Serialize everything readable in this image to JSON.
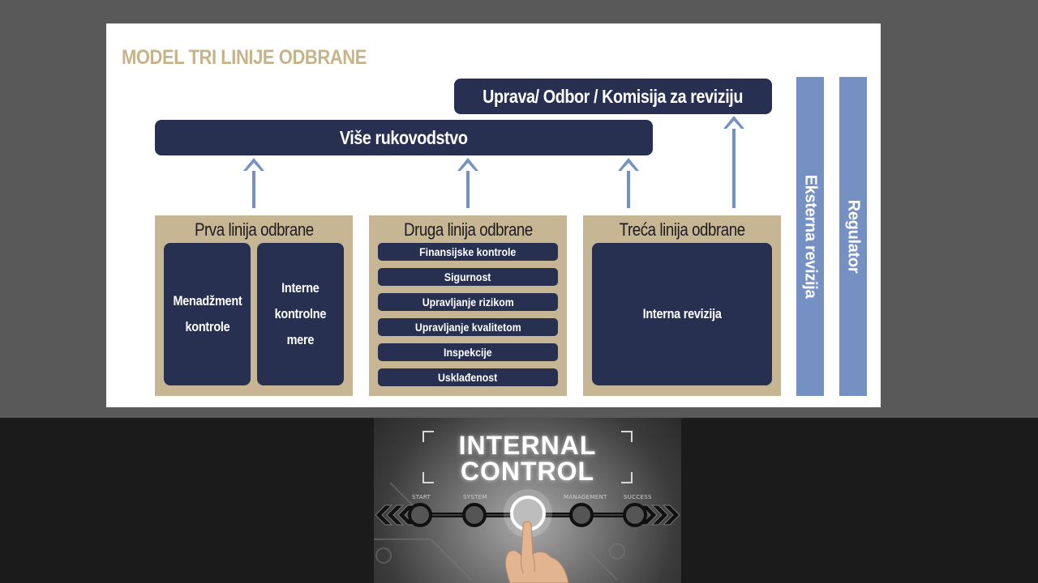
{
  "diagram": {
    "title": "MODEL TRI LINIJE ODBRANE",
    "board_bar": "Uprava/ Odbor / Komisija za reviziju",
    "senior_mgmt_bar": "Više rukovodstvo",
    "first_line": {
      "title": "Prva linija odbrane",
      "blocks": [
        "Menadžment\nkontrole",
        "Interne\nkontrolne\nmere"
      ]
    },
    "second_line": {
      "title": "Druga linija odbrane",
      "items": [
        "Finansijske kontrole",
        "Sigurnost",
        "Upravljanje rizikom",
        "Upravljanje kvalitetom",
        "Inspekcije",
        "Usklađenost"
      ]
    },
    "third_line": {
      "title": "Treća linija odbrane",
      "block": "Interna revizija"
    },
    "external_audit": "Eksterna revizija",
    "regulator": "Regulator",
    "colors": {
      "navy": "#283052",
      "tan": "#c6b693",
      "blue": "#7590c2",
      "title_gold": "#c6b389"
    }
  },
  "illustration": {
    "line1": "INTERNAL",
    "line2": "CONTROL",
    "steps": [
      "START",
      "SYSTEM",
      "MANAGEMENT",
      "SUCCESS"
    ]
  }
}
